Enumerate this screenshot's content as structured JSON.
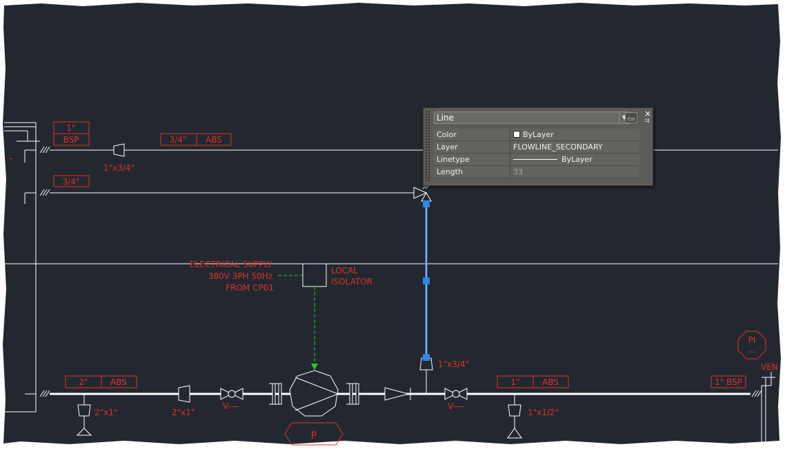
{
  "drawing": {
    "background": "#232830",
    "tags": {
      "t1": "1\"",
      "t2": "BSP",
      "t3": "3/4\"",
      "t4": "ABS",
      "t5": "3/4\"",
      "t6": "2\"",
      "t7": "ABS",
      "t8": "1\"",
      "t9": "ABS",
      "t10": "1\" BSP"
    },
    "labels": {
      "reducer_top": "1\"x3/4\"",
      "elec1": "ELECTRICAL SUPPLY",
      "elec2": "380V 3PH 50Hz",
      "elec3": "FROM CP01",
      "local1": "LOCAL",
      "local2": "ISOLATOR",
      "reducer_mid": "1\"x3/4\"",
      "r_2x1_a": "2\"x1\"",
      "r_2x1_b": "2\"x1\"",
      "v1": "V-—",
      "v2": "V-—",
      "r_1x12": "1\"x1/2\"",
      "pump": "P",
      "pi": "PI",
      "pi_sub": "---",
      "ven": "VEN",
      "dash": "-"
    },
    "colors": {
      "red": "#e0302a",
      "white": "#ffffff",
      "green": "#20d020",
      "selection": "#2d86e8"
    }
  },
  "palette": {
    "object_type": "Line",
    "close_icon": "close-icon",
    "rows": [
      {
        "key": "Color",
        "value": "ByLayer"
      },
      {
        "key": "Layer",
        "value": "FLOWLINE_SECONDARY"
      },
      {
        "key": "Linetype",
        "value": "ByLayer"
      },
      {
        "key": "Length",
        "value": "33"
      }
    ]
  }
}
